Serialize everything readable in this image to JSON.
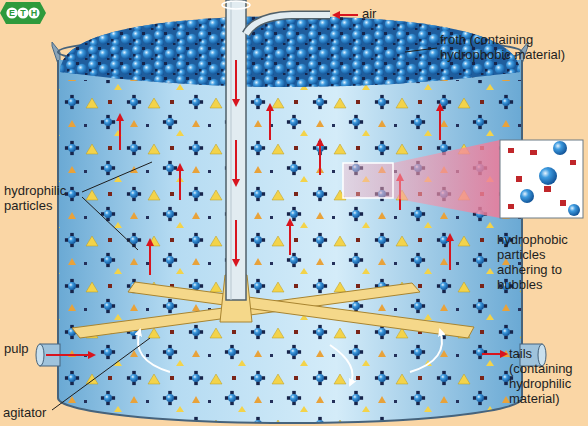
{
  "diagram": {
    "labels": [
      "E",
      "T",
      "H",
      "air",
      "froth (containing hydrophobic material)",
      "hydrophilic particles",
      "hydrophobic particles adhering to bubbles",
      "pulp",
      "tails (containing hydrophilic material)",
      "agitator"
    ]
  }
}
